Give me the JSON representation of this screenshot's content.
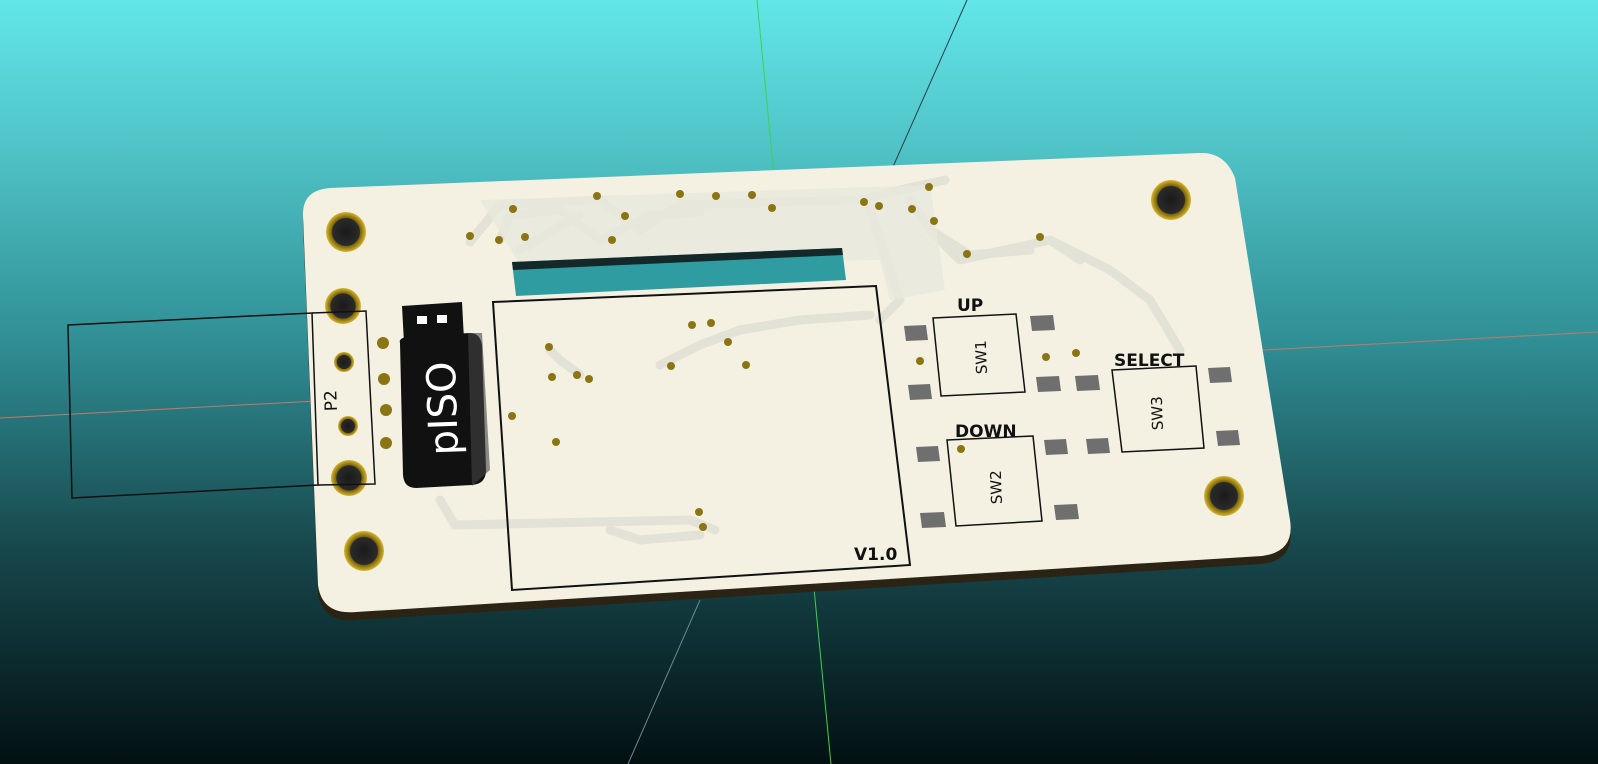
{
  "board": {
    "colors": {
      "background_top": "#62e6e8",
      "background_bottom": "#031012",
      "board_face": "#f4f1e3",
      "board_edge": "#2b2415",
      "trace": "#e2e2d6",
      "pad": "#6f6f6f",
      "hole_plating": "#b59a1e",
      "via": "#8a7512",
      "silkscreen": "#111111",
      "axis_x": "#c07a6a",
      "axis_y": "#3fd24a",
      "axis_z": "#2c3e4e"
    },
    "labels": {
      "connector": "P2",
      "logo": "pISO",
      "version": "V1.0",
      "button_up": "UP",
      "button_down": "DOWN",
      "button_select": "SELECT",
      "switch_1": "SW1",
      "switch_2": "SW2",
      "switch_3": "SW3"
    }
  }
}
